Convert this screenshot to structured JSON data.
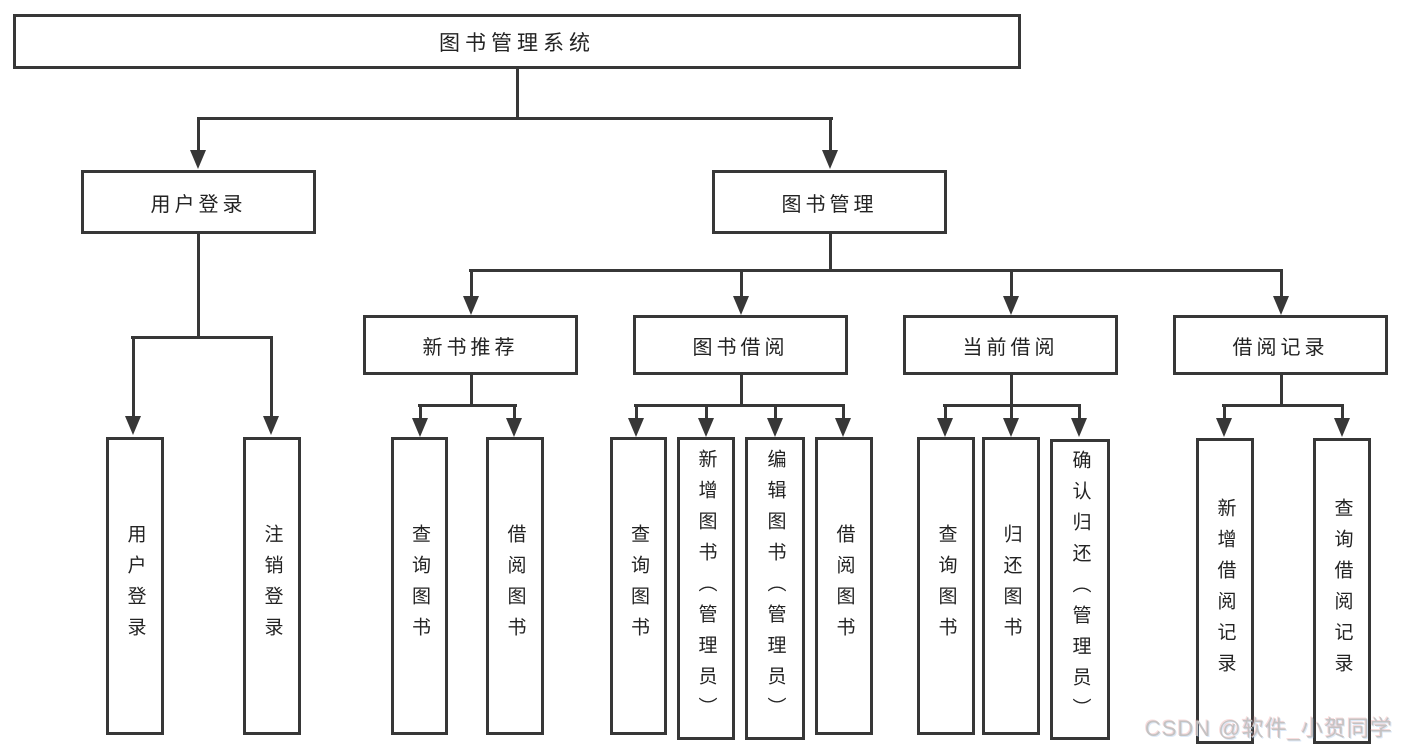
{
  "diagram": {
    "type": "hierarchy-tree",
    "colors": {
      "line": "#373737",
      "box_border": "#373737",
      "text": "#232323",
      "background": "#ffffff",
      "watermark": "#c4c2c2"
    },
    "tree": {
      "label": "图书管理系统",
      "children": [
        {
          "label": "用户登录",
          "children": [
            {
              "label": "用户登录"
            },
            {
              "label": "注销登录"
            }
          ]
        },
        {
          "label": "图书管理",
          "children": [
            {
              "label": "新书推荐",
              "children": [
                {
                  "label": "查询图书"
                },
                {
                  "label": "借阅图书"
                }
              ]
            },
            {
              "label": "图书借阅",
              "children": [
                {
                  "label": "查询图书"
                },
                {
                  "label": "新增图书（管理员）"
                },
                {
                  "label": "编辑图书（管理员）"
                },
                {
                  "label": "借阅图书"
                }
              ]
            },
            {
              "label": "当前借阅",
              "children": [
                {
                  "label": "查询图书"
                },
                {
                  "label": "归还图书"
                },
                {
                  "label": "确认归还（管理员）"
                }
              ]
            },
            {
              "label": "借阅记录",
              "children": [
                {
                  "label": "新增借阅记录"
                },
                {
                  "label": "查询借阅记录"
                }
              ]
            }
          ]
        }
      ]
    }
  },
  "watermark": {
    "text": "CSDN @软件_小贺同学"
  }
}
